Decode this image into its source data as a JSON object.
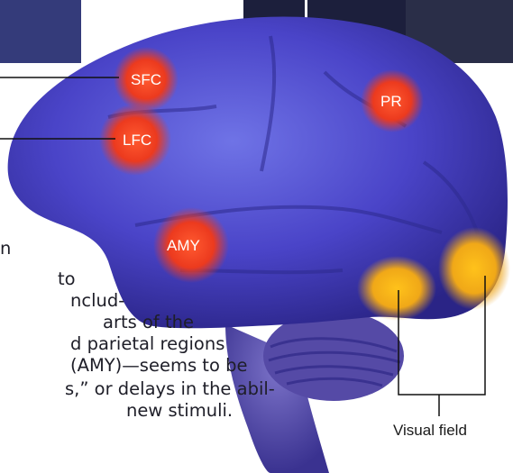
{
  "regions": [
    {
      "id": "sfc",
      "label": "SFC",
      "color": "#ec3a1e"
    },
    {
      "id": "lfc",
      "label": "LFC",
      "color": "#ec3a1e"
    },
    {
      "id": "pr",
      "label": "PR",
      "color": "#ec3a1e"
    },
    {
      "id": "amy",
      "label": "AMY",
      "color": "#ec3a1e"
    }
  ],
  "visual_field": {
    "label": "Visual field",
    "color": "#f0b418"
  },
  "body_text_lines": [
    "n",
    " to",
    "nclud-",
    "arts of the",
    "d parietal regions",
    " (AMY)—seems to be",
    "s,” or delays in the abil-",
    "new stimuli."
  ],
  "colors": {
    "brain": "#4a44c8",
    "brain_dark": "#2d2a8e",
    "cerebellum": "#5a4fa8",
    "leader_line": "#111111"
  }
}
